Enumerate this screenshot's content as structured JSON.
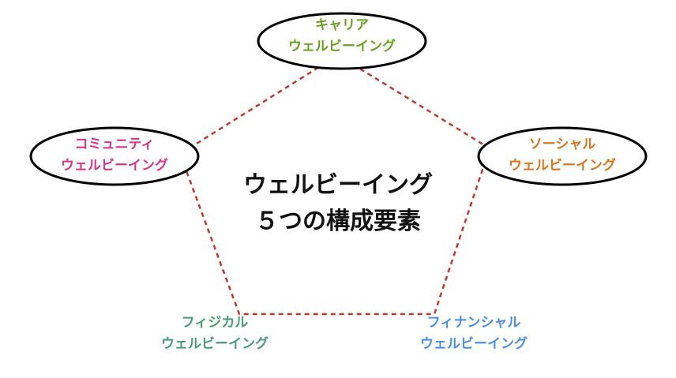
{
  "center": {
    "line1": "ウェルビーイング",
    "line2": "５つの構成要素"
  },
  "elements": {
    "career": {
      "line1": "キャリア",
      "line2": "ウェルビーイング",
      "color": "#6aa121"
    },
    "social": {
      "line1": "ソーシャル",
      "line2": "ウェルビーイング",
      "color": "#d9741c"
    },
    "financial": {
      "line1": "フィナンシャル",
      "line2": "ウェルビーイング",
      "color": "#4a90e2"
    },
    "physical": {
      "line1": "フィジカル",
      "line2": "ウェルビーイング",
      "color": "#4b9a78"
    },
    "community": {
      "line1": "コミュニティ",
      "line2": "ウェルビーイング",
      "color": "#d6338a"
    }
  },
  "style": {
    "pentagon_color": "#c0392b",
    "ellipse_color": "#000000"
  }
}
